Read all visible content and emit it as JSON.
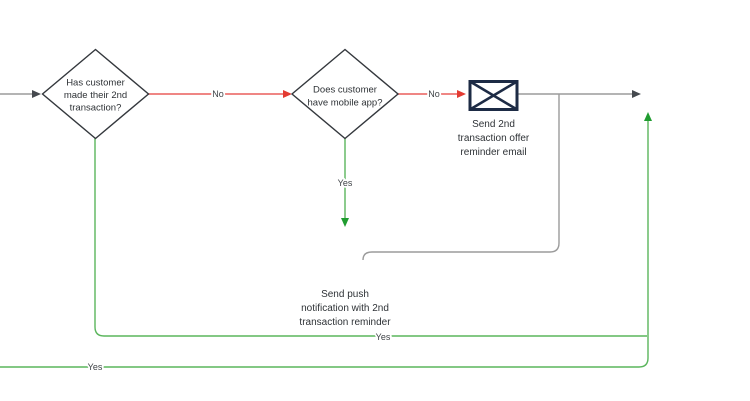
{
  "canvas": {
    "background": "#ffffff"
  },
  "colors": {
    "edge_gray": "#9b9b9b",
    "arrow_dark": "#45494e",
    "edge_red": "#ea5e5c",
    "arrow_red": "#e33b32",
    "edge_green": "#5ab55c",
    "arrow_green": "#209c30",
    "shape_border": "#34383d",
    "icon_navy": "#1d2b45"
  },
  "nodes": {
    "decision1": {
      "lines": [
        "Has customer",
        "made their 2nd",
        "transaction?"
      ]
    },
    "decision2": {
      "lines": [
        "Does customer",
        "have mobile app?"
      ]
    },
    "email_task": {
      "icon": "envelope-icon",
      "label_lines": [
        "Send 2nd",
        "transaction offer",
        "reminder email"
      ]
    },
    "push_task": {
      "label_lines": [
        "Send push",
        "notification with 2nd",
        "transaction reminder"
      ]
    }
  },
  "edge_labels": {
    "decision1_no": "No",
    "decision2_no": "No",
    "decision2_yes": "Yes",
    "push_path_yes": "Yes",
    "loop_yes": "Yes"
  }
}
